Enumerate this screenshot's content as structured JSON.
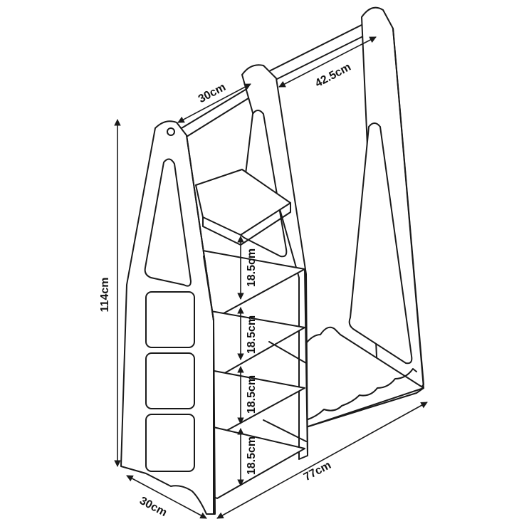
{
  "dimensions": {
    "height": "114cm",
    "width": "77cm",
    "depth": "30cm",
    "top_depth": "30cm",
    "rail_length": "42.5cm",
    "shelf_gap_1": "18.5cm",
    "shelf_gap_2": "18.5cm",
    "shelf_gap_3": "18.5cm",
    "shelf_gap_4": "18.5cm"
  },
  "colors": {
    "line": "#1a1a1a",
    "background": "#ffffff"
  }
}
